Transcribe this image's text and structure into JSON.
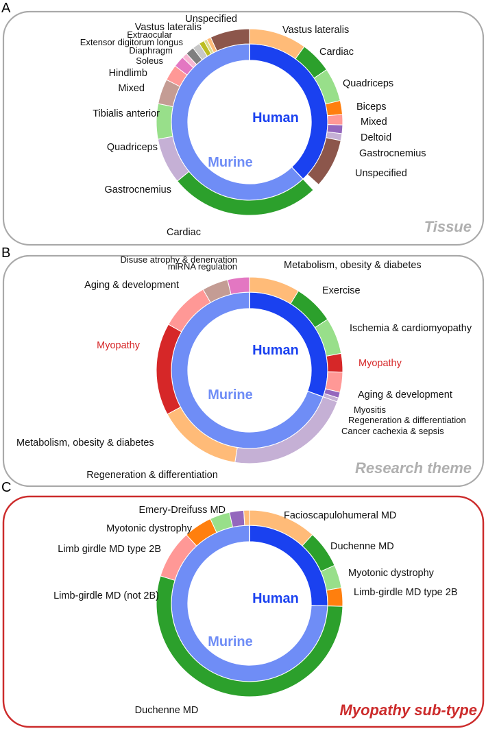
{
  "colors": {
    "human": "#1a41f0",
    "murine": "#6f8df6",
    "panel_border": "#a9a9a9",
    "panel_border_highlight": "#cc2b2b",
    "title_gray": "#b0b0b0",
    "title_red": "#cc2b2b"
  },
  "inner_ring_labels": {
    "human": "Human",
    "murine": "Murine"
  },
  "chart_data": [
    {
      "type": "pie",
      "panel_letter": "A",
      "title": "Tissue",
      "human_fraction": 0.38,
      "human_segments": [
        {
          "label": "Vastus lateralis",
          "value": 0.1,
          "color": "#ffbb78"
        },
        {
          "label": "Cardiac",
          "value": 0.055,
          "color": "#2ca02c"
        },
        {
          "label": "Quadriceps",
          "value": 0.058,
          "color": "#98df8a"
        },
        {
          "label": "Biceps",
          "value": 0.024,
          "color": "#ff7f0e"
        },
        {
          "label": "Mixed",
          "value": 0.018,
          "color": "#ff9896"
        },
        {
          "label": "Deltoid",
          "value": 0.015,
          "color": "#9467bd"
        },
        {
          "label": "Gastrocnemius",
          "value": 0.012,
          "color": "#c5b0d5"
        },
        {
          "label": "Unspecified",
          "value": 0.085,
          "color": "#8c564b"
        }
      ],
      "murine_segments": [
        {
          "label": "Cardiac",
          "value": 0.282,
          "color": "#2ca02c"
        },
        {
          "label": "Gastrocnemius",
          "value": 0.086,
          "color": "#c5b0d5"
        },
        {
          "label": "Quadriceps",
          "value": 0.066,
          "color": "#98df8a"
        },
        {
          "label": "Tibialis anterior",
          "value": 0.047,
          "color": "#c49c94"
        },
        {
          "label": "Mixed",
          "value": 0.03,
          "color": "#ff9896"
        },
        {
          "label": "Hindlimb",
          "value": 0.021,
          "color": "#e377c2"
        },
        {
          "label": "",
          "value": 0.01,
          "color": "#f7b6d2"
        },
        {
          "label": "Soleus",
          "value": 0.016,
          "color": "#7f7f7f"
        },
        {
          "label": "Diaphragm",
          "value": 0.014,
          "color": "#c7c7c7"
        },
        {
          "label": "Extensor digitorum longus",
          "value": 0.01,
          "color": "#bcbd22"
        },
        {
          "label": "Extraocular",
          "value": 0.006,
          "color": "#dbdb8d"
        },
        {
          "label": "Vastus lateralis",
          "value": 0.008,
          "color": "#ffbb78"
        },
        {
          "label": "Unspecified",
          "value": 0.074,
          "color": "#8c564b"
        }
      ]
    },
    {
      "type": "pie",
      "panel_letter": "B",
      "title": "Research theme",
      "human_fraction": 0.305,
      "human_segments": [
        {
          "label": "Metabolism, obesity & diabetes",
          "value": 0.088,
          "color": "#ffbb78"
        },
        {
          "label": "Exercise",
          "value": 0.07,
          "color": "#2ca02c"
        },
        {
          "label": "Ischemia & cardiomyopathy",
          "value": 0.063,
          "color": "#98df8a"
        },
        {
          "label": "Myopathy",
          "value": 0.032,
          "color": "#d62728"
        },
        {
          "label": "Aging & development",
          "value": 0.035,
          "color": "#ff9896"
        },
        {
          "label": "Myositis",
          "value": 0.01,
          "color": "#9467bd"
        },
        {
          "label": "Regeneration & differentiation",
          "value": 0.01,
          "color": "#c5b0d5"
        },
        {
          "label": "Cancer cachexia & sepsis",
          "value": 0.012,
          "color": "#8c564b"
        }
      ],
      "murine_segments": [
        {
          "label": "Regeneration & differentiation",
          "value": 0.22,
          "color": "#c5b0d5"
        },
        {
          "label": "Metabolism, obesity & diabetes",
          "value": 0.147,
          "color": "#ffbb78"
        },
        {
          "label": "Myopathy",
          "value": 0.16,
          "color": "#d62728"
        },
        {
          "label": "Aging & development",
          "value": 0.085,
          "color": "#ff9896"
        },
        {
          "label": "miRNA regulation",
          "value": 0.045,
          "color": "#c49c94"
        },
        {
          "label": "Disuse atrophy & denervation",
          "value": 0.038,
          "color": "#e377c2"
        }
      ],
      "highlight_labels": [
        "Myopathy"
      ]
    },
    {
      "type": "pie",
      "panel_letter": "C",
      "title": "Myopathy sub-type",
      "human_fraction": 0.255,
      "human_segments": [
        {
          "label": "Facioscapulohumeral MD",
          "value": 0.118,
          "color": "#ffbb78"
        },
        {
          "label": "Duchenne MD",
          "value": 0.065,
          "color": "#2ca02c"
        },
        {
          "label": "Myotonic dystrophy",
          "value": 0.04,
          "color": "#98df8a"
        },
        {
          "label": "Limb-girdle MD type 2B",
          "value": 0.032,
          "color": "#ff7f0e"
        }
      ],
      "murine_segments": [
        {
          "label": "Duchenne MD",
          "value": 0.55,
          "color": "#2ca02c"
        },
        {
          "label": "Limb-girdle MD (not 2B)",
          "value": 0.085,
          "color": "#ff9896"
        },
        {
          "label": "Limb girdle MD type 2B",
          "value": 0.05,
          "color": "#ff7f0e"
        },
        {
          "label": "Myotonic dystrophy",
          "value": 0.035,
          "color": "#98df8a"
        },
        {
          "label": "Emery-Dreifuss MD",
          "value": 0.025,
          "color": "#9467bd"
        },
        {
          "label": "",
          "value": 0.01,
          "color": "#ffbb78"
        }
      ]
    }
  ]
}
